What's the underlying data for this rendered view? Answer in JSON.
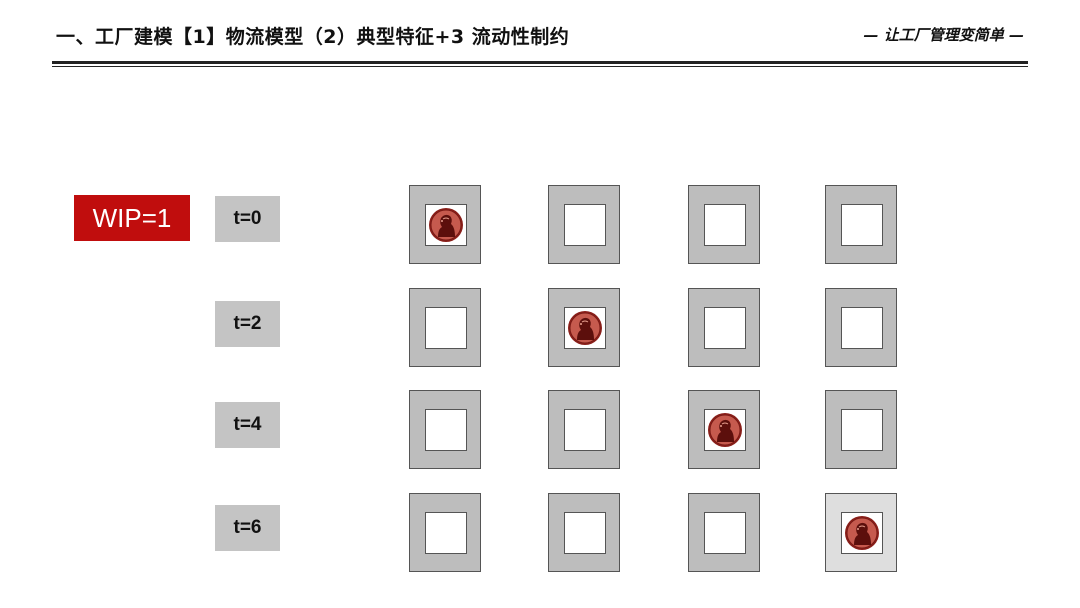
{
  "header": {
    "title": "一、工厂建模【1】物流模型（2）典型特征+3 流动性制约",
    "slogan": "— 让工厂管理变简单 —"
  },
  "wip_label": "WIP=1",
  "time_steps": [
    {
      "label": "t=0",
      "token_station": 0
    },
    {
      "label": "t=2",
      "token_station": 1
    },
    {
      "label": "t=4",
      "token_station": 2
    },
    {
      "label": "t=6",
      "token_station": 3
    }
  ],
  "stations_per_row": 4,
  "colors": {
    "accent_red": "#c00d0d",
    "station_gray": "#bdbdbd",
    "label_gray": "#c4c4c4",
    "penny": "#b4403a"
  },
  "token_icon": "penny-icon"
}
